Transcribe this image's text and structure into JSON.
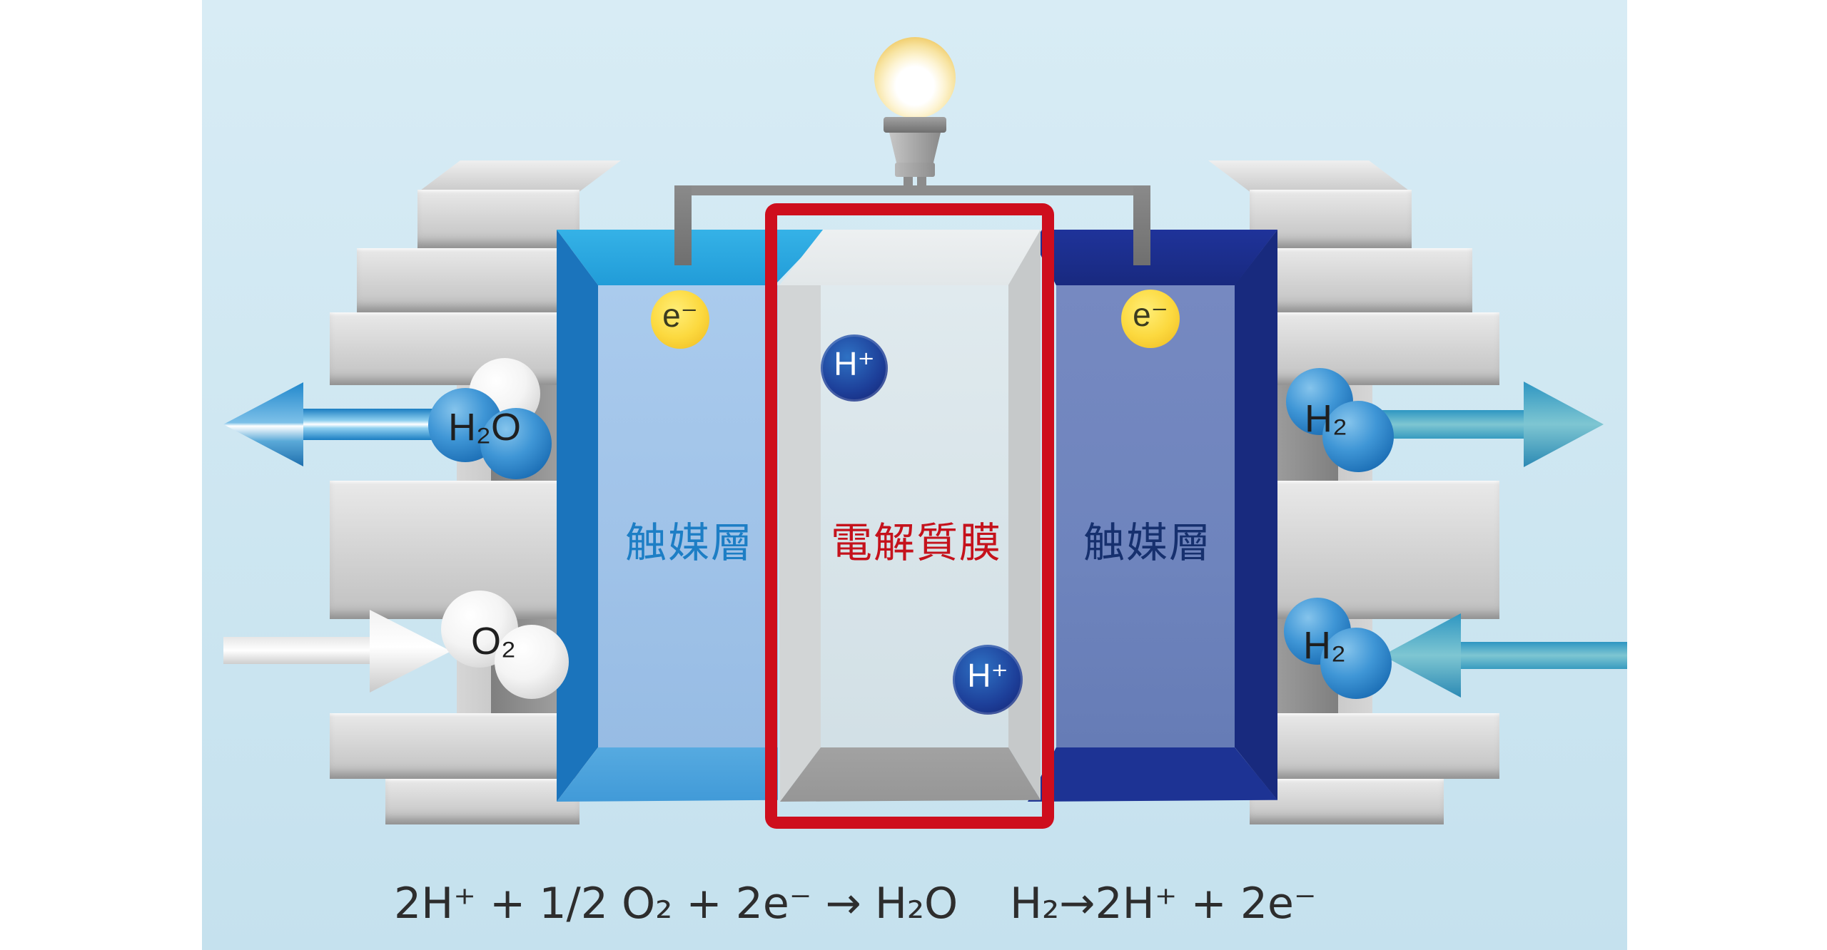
{
  "diagram": {
    "layers": {
      "catalyst_left": "触媒層",
      "membrane": "電解質膜",
      "catalyst_right": "触媒層"
    },
    "particles": {
      "electron": "e⁻",
      "proton": "H⁺",
      "water": "H₂O",
      "oxygen": "O₂",
      "hydrogen": "H₂"
    },
    "equations": {
      "cathode": "2H⁺ + 1/2 O₂ + 2e⁻ → H₂O",
      "anode": "H₂→2H⁺ + 2e⁻"
    },
    "colors": {
      "panel_background": "#cde6f1",
      "membrane_frame_red": "#ce0e1d",
      "catalyst_left_face": "#a0c3e8",
      "catalyst_left_top": "#2aaae1",
      "catalyst_left_side": "#1b74bc",
      "catalyst_right_face": "#6e84bd",
      "catalyst_right_top": "#1b2d8d",
      "membrane_face": "#dbe6ea",
      "electron_yellow": "#fcd93f",
      "proton_navy": "#1d3f99",
      "water_arrow_blue": "#1b7ec2",
      "hydrogen_arrow_teal": "#3d9cbf",
      "label_blue": "#1d7ec5",
      "label_navy": "#16306e",
      "label_red": "#c5121c"
    }
  }
}
